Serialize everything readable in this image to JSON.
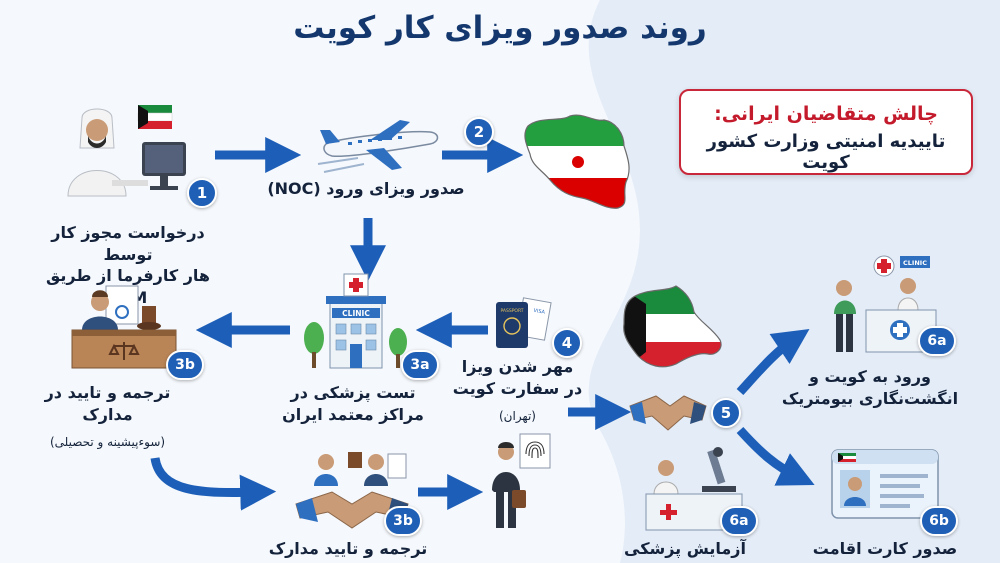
{
  "title": "روند صدور ویزای کار کویت",
  "challenge": {
    "title": "چالش متقاضیان ایرانی:",
    "text": "تاییدیه امنیتی وزارت کشور کویت"
  },
  "steps": {
    "s1": {
      "badge": "1",
      "line1": "درخواست مجوز کار توسط",
      "line2": "هار کارفرما از طریق PAM"
    },
    "noc": {
      "label": "صدور ویزای ورود (NOC)"
    },
    "s2": {
      "badge": "2"
    },
    "s3a": {
      "badge": "3a",
      "line1": "تست پزشکی در",
      "line2": "مراکز معتمد ایران"
    },
    "s3b_top": {
      "badge": "3b",
      "line1": "ترجمه و تایید در",
      "line2": "مدارک",
      "note": "(سوءپیشینه و تحصیلی)"
    },
    "s3b_bottom": {
      "badge": "3b",
      "label": "ترجمه و تایید مدارک"
    },
    "s4": {
      "badge": "4",
      "line1": "مهر شدن ویزا",
      "line2": "در سفارت کویت",
      "note": "(تهران)"
    },
    "s5": {
      "badge": "5"
    },
    "s6a_top": {
      "badge": "6a",
      "line1": "ورود به کویت و",
      "line2": "انگشت‌نگاری بیومتریک"
    },
    "s6a_bottom": {
      "badge": "6a",
      "label": "آزمایش پزشکی"
    },
    "s6b": {
      "badge": "6b",
      "label": "صدور کارت اقامت"
    }
  },
  "icon_labels": {
    "clinic": "CLINIC",
    "passport": "PASSPORT",
    "visa": "VISA"
  },
  "colors": {
    "arrow": "#1d5fb8",
    "badge": "#1f5fb5",
    "title": "#14386e",
    "challenge_border": "#c9283b"
  }
}
